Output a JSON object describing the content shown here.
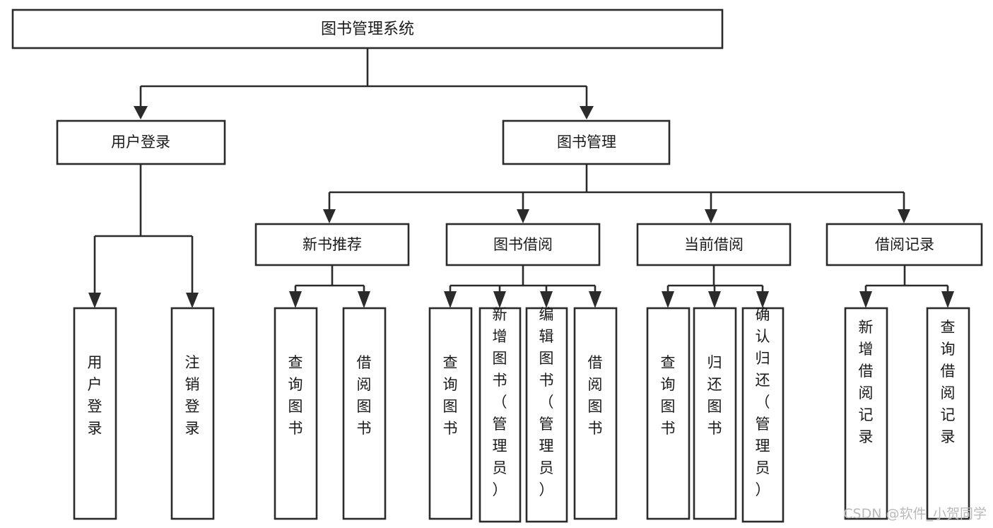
{
  "diagram": {
    "title": "图书管理系统",
    "type": "功能结构图",
    "orientation": "top-down-tree",
    "line_color": "#2b2b2b",
    "box_fill": "#ffffff",
    "text_color": "#1a1a1a"
  },
  "nodes": {
    "root": {
      "label": "图书管理系统"
    },
    "level2": [
      {
        "id": "user-login",
        "label": "用户登录"
      },
      {
        "id": "book-management",
        "label": "图书管理"
      }
    ],
    "level3": [
      {
        "id": "new-book-recommend",
        "label": "新书推荐"
      },
      {
        "id": "book-borrow",
        "label": "图书借阅"
      },
      {
        "id": "current-borrow",
        "label": "当前借阅"
      },
      {
        "id": "borrow-record",
        "label": "借阅记录"
      }
    ],
    "leaves": {
      "user_login": [
        {
          "id": "leaf-user-login",
          "label": "用户登录"
        },
        {
          "id": "leaf-logout",
          "label": "注销登录"
        }
      ],
      "new_book_recommend": [
        {
          "id": "leaf-query-books-1",
          "label": "查询图书"
        },
        {
          "id": "leaf-borrow-books-1",
          "label": "借阅图书"
        }
      ],
      "book_borrow": [
        {
          "id": "leaf-query-books-2",
          "label": "查询图书"
        },
        {
          "id": "leaf-add-book-admin",
          "label": "新增图书（管理员）"
        },
        {
          "id": "leaf-edit-book-admin",
          "label": "编辑图书（管理员）"
        },
        {
          "id": "leaf-borrow-books-2",
          "label": "借阅图书"
        }
      ],
      "current_borrow": [
        {
          "id": "leaf-query-books-3",
          "label": "查询图书"
        },
        {
          "id": "leaf-return-books",
          "label": "归还图书"
        },
        {
          "id": "leaf-confirm-return-admin",
          "label": "确认归还（管理员）"
        }
      ],
      "borrow_record": [
        {
          "id": "leaf-add-borrow-record",
          "label": "新增借阅记录"
        },
        {
          "id": "leaf-query-borrow-record",
          "label": "查询借阅记录"
        }
      ]
    }
  },
  "watermark": {
    "text": "CSDN @软件_小贺同学"
  }
}
